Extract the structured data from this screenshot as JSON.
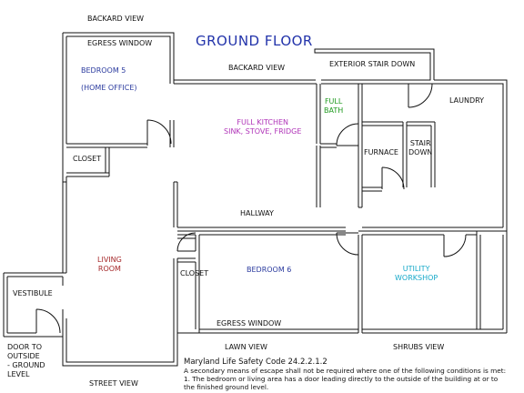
{
  "plan": {
    "title": "GROUND FLOOR",
    "colors": {
      "title": "#2233aa",
      "bedroom": "#2a3a9e",
      "kitchen": "#b034b8",
      "bath": "#1f9a1f",
      "living": "#a5282a",
      "utility": "#17a9c9",
      "walls": "#111111"
    },
    "labels": {
      "backyard_view_top": "BACKARD VIEW",
      "egress_window_top": "EGRESS WINDOW",
      "backyard_view_mid": "BACKARD VIEW",
      "exterior_stair_down": "EXTERIOR STAIR DOWN",
      "street_view": "STREET VIEW",
      "lawn_view": "LAWN VIEW",
      "shrubs_view": "SHRUBS VIEW",
      "egress_window_bottom": "EGRESS WINDOW"
    },
    "rooms": {
      "bedroom5": {
        "name": "BEDROOM 5",
        "note": "(HOME OFFICE)"
      },
      "closet_left": {
        "name": "CLOSET"
      },
      "kitchen": {
        "name": "FULL KITCHEN",
        "note": "SINK, STOVE, FRIDGE"
      },
      "bath": {
        "name": "FULL",
        "note": "BATH"
      },
      "laundry": {
        "name": "LAUNDRY"
      },
      "furnace": {
        "name": "FURNACE"
      },
      "stair": {
        "name": "STAIR",
        "note": "DOWN"
      },
      "hallway": {
        "name": "HALLWAY"
      },
      "living": {
        "name": "LIVING",
        "note": "ROOM"
      },
      "vestibule": {
        "name": "VESTIBULE"
      },
      "closet_mid": {
        "name": "CLOSET"
      },
      "bedroom6": {
        "name": "BEDROOM 6"
      },
      "utility": {
        "name": "UTILITY",
        "note": "WORKSHOP"
      }
    },
    "door_outside": [
      "DOOR TO",
      "OUTSIDE",
      "- GROUND",
      "LEVEL"
    ]
  },
  "code": {
    "title": "Maryland Life Safety Code 24.2.2.1.2",
    "line1": "A secondary means of escape shall not be required where one of the following conditions is met:",
    "line2": "1. The bedroom or living area has a door leading directly to the outside of the building at or to",
    "line3": "the finished ground level."
  }
}
